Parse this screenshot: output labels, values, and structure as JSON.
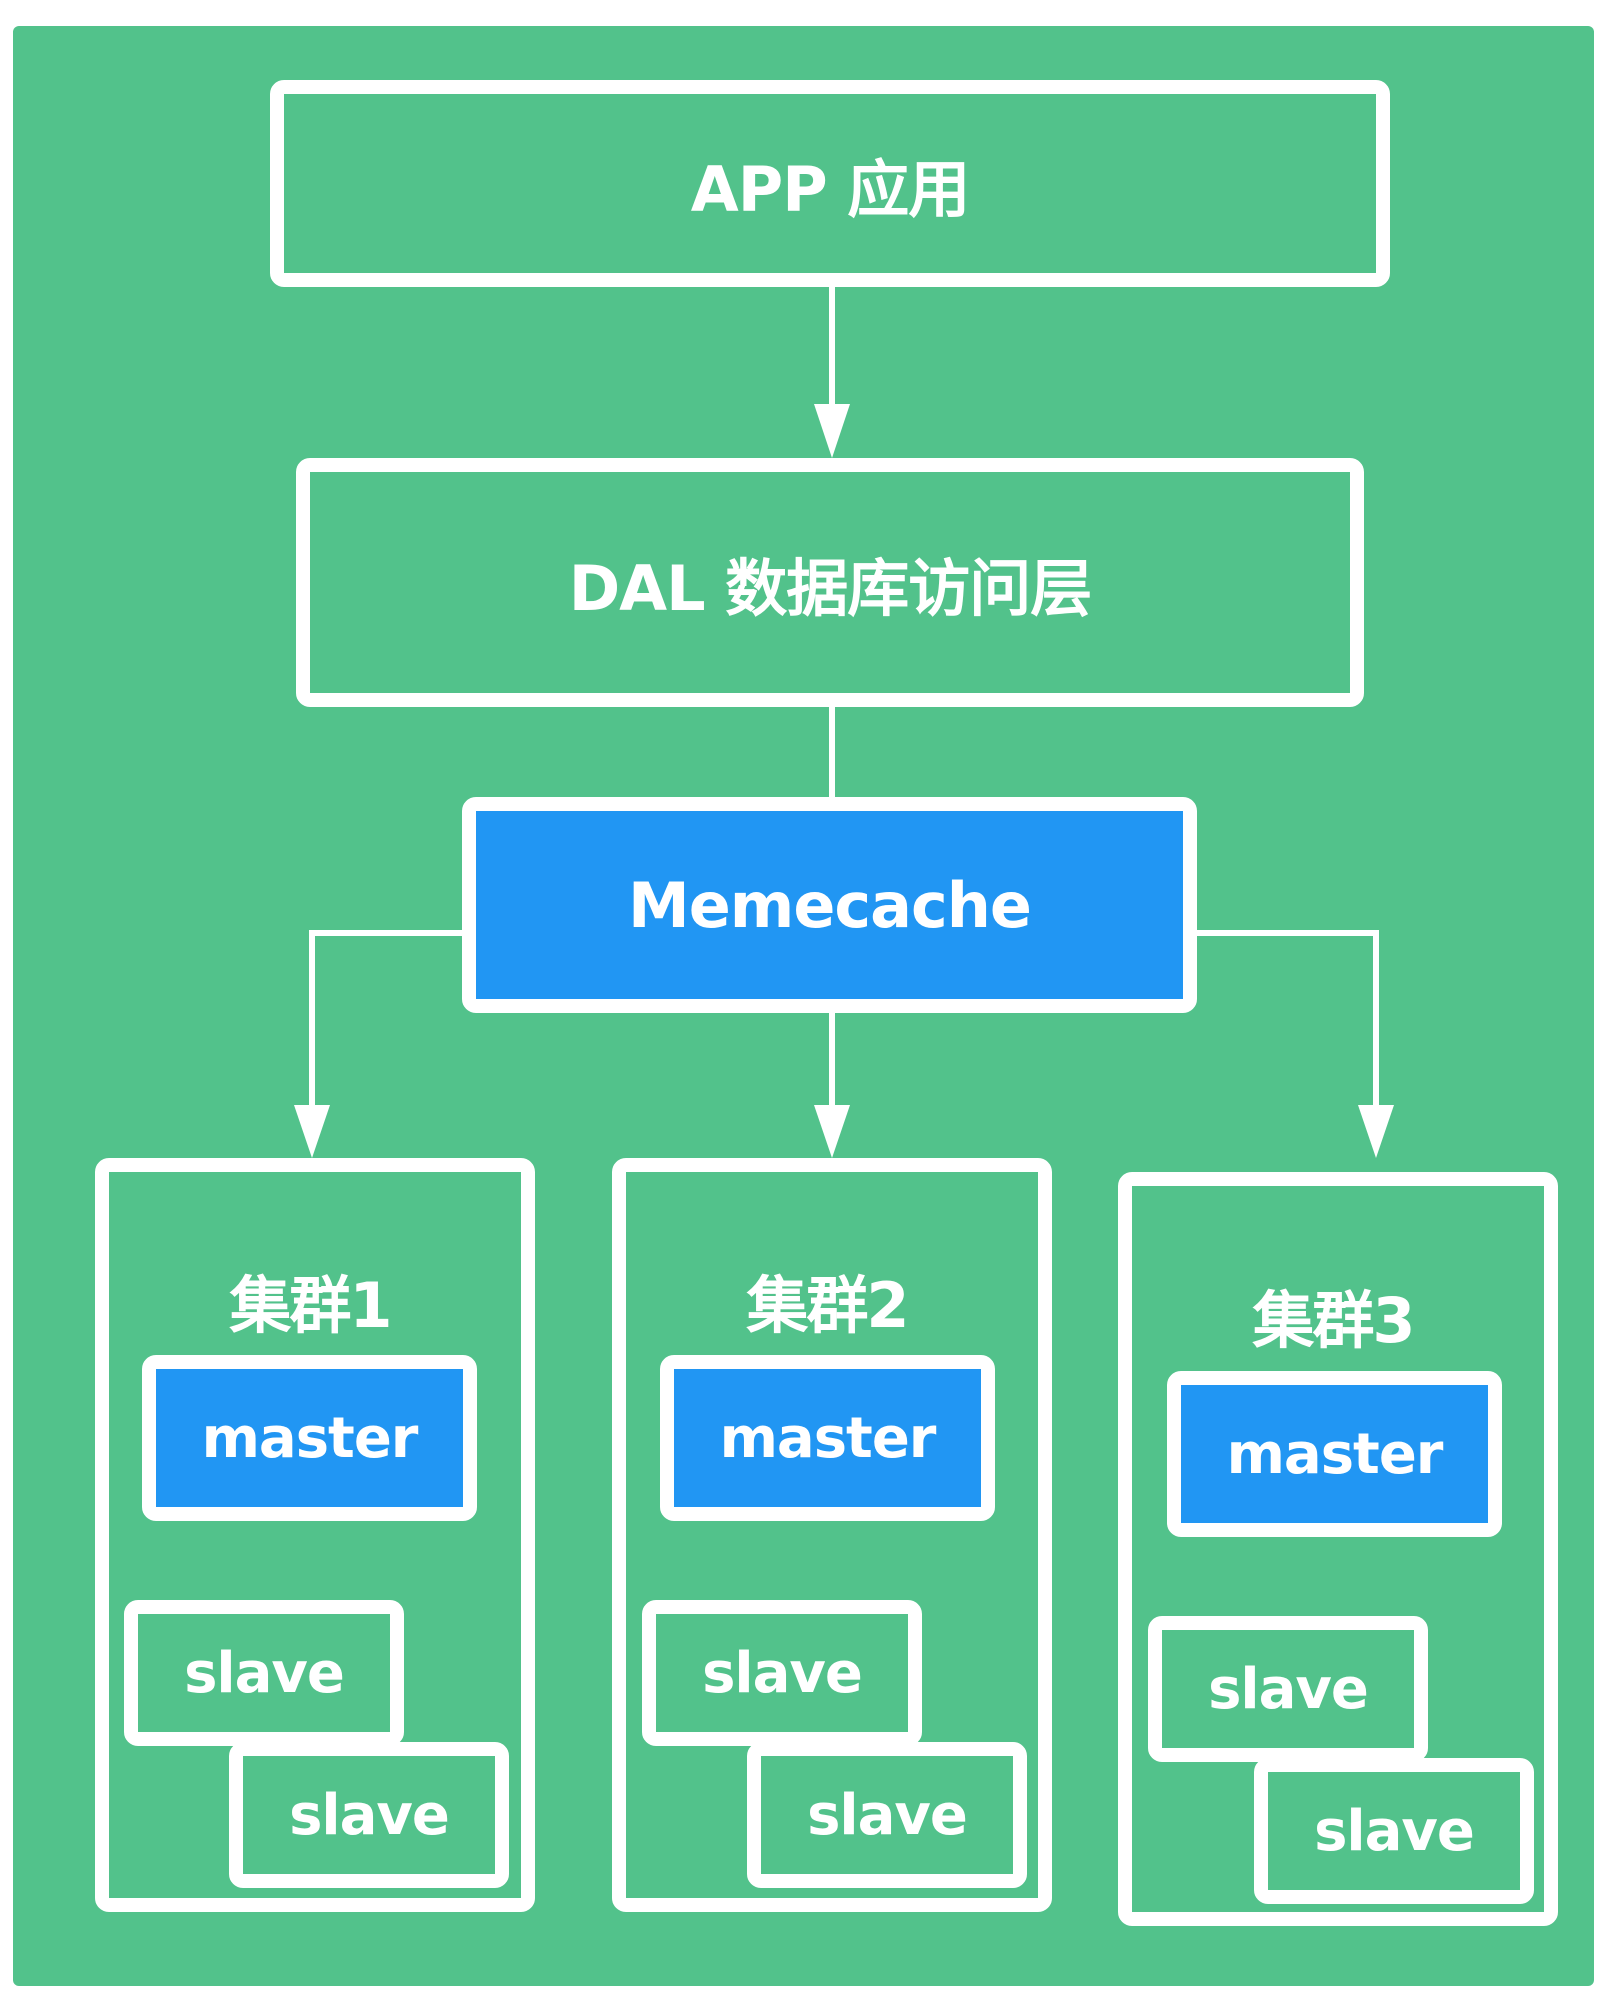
{
  "diagram": {
    "app_label": "APP 应用",
    "dal_label": "DAL 数据库访问层",
    "memecache_label": "Memecache",
    "clusters": [
      {
        "title": "集群1",
        "master": "master",
        "slave_a": "slave",
        "slave_b": "slave"
      },
      {
        "title": "集群2",
        "master": "master",
        "slave_a": "slave",
        "slave_b": "slave"
      },
      {
        "title": "集群3",
        "master": "master",
        "slave_a": "slave",
        "slave_b": "slave"
      }
    ]
  },
  "colors": {
    "background": "#52c28b",
    "highlight": "#2196f3",
    "line": "#ffffff"
  }
}
